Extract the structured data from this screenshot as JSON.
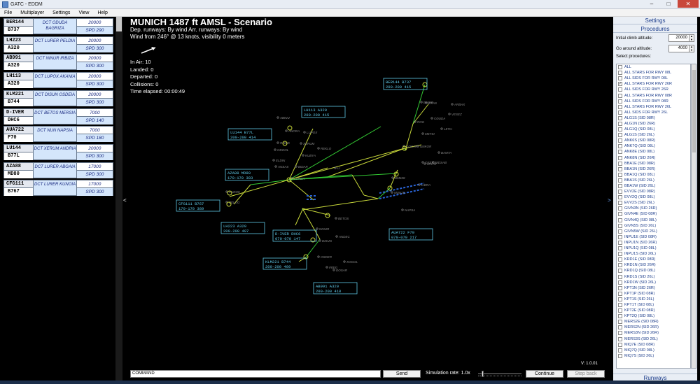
{
  "window": {
    "title": "GATC - EDDM",
    "minimize": "–",
    "maximize": "□",
    "close": "✕"
  },
  "menu": [
    "File",
    "Multiplayer",
    "Settings",
    "View",
    "Help"
  ],
  "strips": [
    {
      "callsign": "BER144",
      "type": "B737",
      "route": "DCT ODUDA BAGRIZA",
      "alt": "20000",
      "spd": "SPD 290"
    },
    {
      "callsign": "LH223",
      "type": "A320",
      "route": "DCT LURER PELDIA",
      "alt": "20000",
      "spd": "SPD 300"
    },
    {
      "callsign": "AB991",
      "type": "A320",
      "route": "DCT NINUR IRBIZA",
      "alt": "20000",
      "spd": "SPD 300"
    },
    {
      "callsign": "LH113",
      "type": "A320",
      "route": "DCT LUPOX AKANIA",
      "alt": "20000",
      "spd": "SPD 300"
    },
    {
      "callsign": "KLM221",
      "type": "B744",
      "route": "DCT DISUN OSDEIA",
      "alt": "20000",
      "spd": "SPD 300"
    },
    {
      "callsign": "D-IVER",
      "type": "DHC6",
      "route": "DCT BETOS MERSIA",
      "alt": "7000",
      "spd": "SPD 140"
    },
    {
      "callsign": "AUA722",
      "type": "F70",
      "route": "DCT NUN NAPSIA",
      "alt": "7000",
      "spd": "SPD 180"
    },
    {
      "callsign": "LU144",
      "type": "B77L",
      "route": "DCT XERUM ANDRIA",
      "alt": "20000",
      "spd": "SPD 300"
    },
    {
      "callsign": "AZA88",
      "type": "MD80",
      "route": "DCT LURER ABGAIA",
      "alt": "17000",
      "spd": "SPD 300"
    },
    {
      "callsign": "CFG111",
      "type": "B767",
      "route": "DCT LURER KUNOIA",
      "alt": "17000",
      "spd": "SPD 300"
    }
  ],
  "header": {
    "title": "MUNICH     1487 ft AMSL - Scenario",
    "runways_line": "Dep. runways: By wind     Arr. runways: By wind",
    "wind_line": "Wind from 246° @ 13 knots, visibility 0 meters"
  },
  "stats": {
    "in_air": "In Air: 10",
    "landed": "Landed: 0",
    "departed": "Departed: 0",
    "collisions": "Collisions: 0",
    "elapsed": "Time elapsed: 00:00:49"
  },
  "version": "V: 1.0.01",
  "command": {
    "placeholder": "COMMAND",
    "send": "Send",
    "sim_rate_label": "Simulation rate: 1.0x",
    "continue": "Continue",
    "step_back": "Step back"
  },
  "sim_rate_level": 0.05,
  "panel": {
    "title": "Settings",
    "procedures_heading": "Procedures",
    "initial_climb_label": "Initial climb altitude:",
    "initial_climb_value": "20000",
    "go_around_label": "Go around altitude:",
    "go_around_value": "4000",
    "select_label": "Select procedures:",
    "runways_tab": "Runways",
    "collapse_left": "<",
    "collapse_right": ">"
  },
  "procedures": [
    {
      "label": "ALL",
      "checked": false
    },
    {
      "label": "ALL STARS FOR RWY 08L",
      "checked": false
    },
    {
      "label": "ALL SIDS FOR RWY 08L",
      "checked": false
    },
    {
      "label": "ALL STARS FOR RWY 26R",
      "checked": true
    },
    {
      "label": "ALL SIDS FOR RWY 26R",
      "checked": false
    },
    {
      "label": "ALL STARS FOR RWY 08R",
      "checked": false
    },
    {
      "label": "ALL SIDS FOR RWY 08R",
      "checked": false
    },
    {
      "label": "ALL STARS FOR RWY 26L",
      "checked": false
    },
    {
      "label": "ALL SIDS FOR RWY 26L",
      "checked": false
    },
    {
      "label": "ALG1S (SID 08R)",
      "checked": false
    },
    {
      "label": "ALG1N (SID 26R)",
      "checked": false
    },
    {
      "label": "ALG1Q (SID 08L)",
      "checked": false
    },
    {
      "label": "ALG1S (SID 26L)",
      "checked": false
    },
    {
      "label": "ANK6S (SID 08R)",
      "checked": false
    },
    {
      "label": "ANK7Q (SID 08L)",
      "checked": false
    },
    {
      "label": "ANK8E (SID 08L)",
      "checked": false
    },
    {
      "label": "ANK8N (SID 26R)",
      "checked": false
    },
    {
      "label": "BBA1E (SID 08R)",
      "checked": false
    },
    {
      "label": "BBA1N (SID 26R)",
      "checked": false
    },
    {
      "label": "BBA1Q (SID 08L)",
      "checked": false
    },
    {
      "label": "BBA1S (SID 26L)",
      "checked": false
    },
    {
      "label": "BBA1W (SID 26L)",
      "checked": false
    },
    {
      "label": "EVV2E (SID 08R)",
      "checked": false
    },
    {
      "label": "EVV2Q (SID 08L)",
      "checked": false
    },
    {
      "label": "EVV2S (SID 26L)",
      "checked": false
    },
    {
      "label": "GIVN3N (SID 26R)",
      "checked": false
    },
    {
      "label": "GIVN4E (SID 08R)",
      "checked": false
    },
    {
      "label": "GIVN4Q (SID 08L)",
      "checked": false
    },
    {
      "label": "GIVN5S (SID 26L)",
      "checked": false
    },
    {
      "label": "GIVN5W (SID 26L)",
      "checked": false
    },
    {
      "label": "INPU1E (SID 08R)",
      "checked": false
    },
    {
      "label": "INPU1N (SID 26R)",
      "checked": false
    },
    {
      "label": "INPU1Q (SID 08L)",
      "checked": false
    },
    {
      "label": "INPU1S (SID 26L)",
      "checked": false
    },
    {
      "label": "KRD1E (SID 08R)",
      "checked": false
    },
    {
      "label": "KRD1N (SID 26R)",
      "checked": false
    },
    {
      "label": "KRD1Q (SID 08L)",
      "checked": false
    },
    {
      "label": "KRD1S (SID 26L)",
      "checked": false
    },
    {
      "label": "KRD1W (SID 26L)",
      "checked": false
    },
    {
      "label": "KPT1N (SID 26R)",
      "checked": false
    },
    {
      "label": "KPT1P (SID 08R)",
      "checked": false
    },
    {
      "label": "KPT1S (SID 26L)",
      "checked": false
    },
    {
      "label": "KPT1T (SID 08L)",
      "checked": false
    },
    {
      "label": "KPT2E (SID 08R)",
      "checked": false
    },
    {
      "label": "KPT2Q (SID 08L)",
      "checked": false
    },
    {
      "label": "MERS2E (SID 08R)",
      "checked": false
    },
    {
      "label": "MERS2N (SID 26R)",
      "checked": false
    },
    {
      "label": "MERS3N (SID 26R)",
      "checked": false
    },
    {
      "label": "MERS3S (SID 26L)",
      "checked": false
    },
    {
      "label": "MIQ7E (SID 08R)",
      "checked": false
    },
    {
      "label": "MIQ7Q (SID 08L)",
      "checked": false
    },
    {
      "label": "MIQ7S (SID 26L)",
      "checked": false
    }
  ],
  "radar": {
    "colors": {
      "route": "#c8d83a",
      "route_green": "#33c933",
      "tag": "#5fc8e6",
      "runway": "#2a64d6",
      "wpt": "#8a8a8a"
    },
    "tags": [
      {
        "line1": "BER144    B737",
        "line2": "200-200    415"
      },
      {
        "line1": "LH113    A320",
        "line2": "200-200    415"
      },
      {
        "line1": "LU144    B77L",
        "line2": "200-200    414"
      },
      {
        "line1": "AZA88    MD80",
        "line2": "170-170    383"
      },
      {
        "line1": "CFG111    B767",
        "line2": "170-170    389"
      },
      {
        "line1": "LH223    A320",
        "line2": "200-200    407"
      },
      {
        "line1": "D-IVER    DHC6",
        "line2": "070-070    147"
      },
      {
        "line1": "KLM221    B744",
        "line2": "200-200    409"
      },
      {
        "line1": "AB991    A320",
        "line2": "200-200    410"
      },
      {
        "line1": "AUA722    F70",
        "line2": "070-070    217"
      }
    ],
    "fixes": [
      "EXAS",
      "BAGRI",
      "ARBAX",
      "ODUDA",
      "VESEZ",
      "ROG",
      "LETLI",
      "METSI",
      "GOKAR",
      "UNKOR",
      "BAMTA",
      "MDSAB",
      "OSEKU",
      "MIYAV",
      "DM428",
      "LIBRA",
      "MUN15",
      "NAPSA",
      "ANORA",
      "LUPOX",
      "ABINU",
      "RIXED",
      "ODOOL",
      "XERUM",
      "REKLO",
      "ELDIN",
      "KUBYA",
      "BIDAR",
      "ANSAS",
      "LURER",
      "LI",
      "KUDOK",
      "BELOG",
      "NINUR",
      "ANDEC",
      "DISUN",
      "BETOS",
      "OSDER",
      "IRBIG",
      "XOGOL",
      "DOSAR"
    ]
  }
}
